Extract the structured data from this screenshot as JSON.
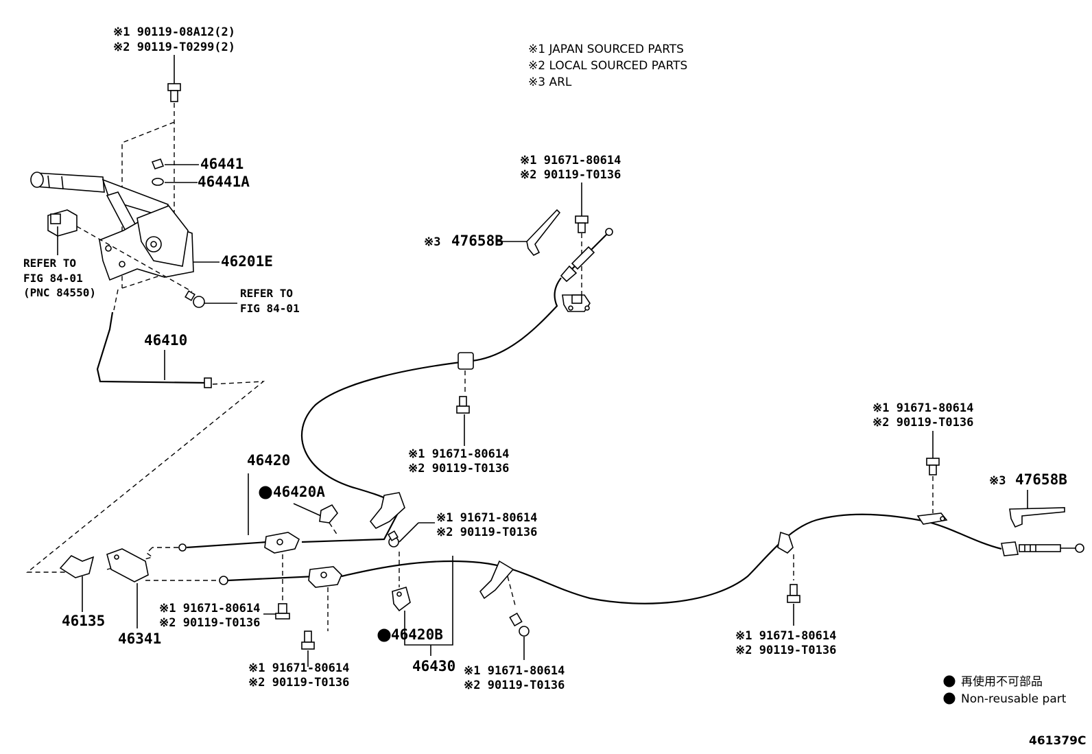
{
  "legend": {
    "notes": [
      "※1 JAPAN SOURCED PARTS",
      "※2 LOCAL SOURCED PARTS",
      "※3 ARL"
    ],
    "non_reusable_jp": "再使用不可部品",
    "non_reusable_en": "Non-reusable part"
  },
  "figure_code": "461379C",
  "labels": {
    "bolt_top_1": "※1 90119-08A12(2)",
    "bolt_top_2": "※2 90119-T0299(2)",
    "p46441": "46441",
    "p46441A": "46441A",
    "p46201E": "46201E",
    "refer_left_1": "REFER TO",
    "refer_left_2": "FIG 84-01",
    "refer_left_3": "(PNC 84550)",
    "refer_mid_1": "REFER TO",
    "refer_mid_2": "FIG 84-01",
    "p46410": "46410",
    "p47658B_top": "47658B",
    "p47658B_top_mark": "※3",
    "p47658B_right": "47658B",
    "p47658B_right_mark": "※3",
    "bolt_a_1": "※1 91671-80614",
    "bolt_a_2": "※2 90119-T0136",
    "bolt_b_1": "※1 91671-80614",
    "bolt_b_2": "※2 90119-T0136",
    "bolt_c_1": "※1 91671-80614",
    "bolt_c_2": "※2 90119-T0136",
    "bolt_d_1": "※1 91671-80614",
    "bolt_d_2": "※2 90119-T0136",
    "bolt_e_1": "※1 91671-80614",
    "bolt_e_2": "※2 90119-T0136",
    "bolt_f_1": "※1 91671-80614",
    "bolt_f_2": "※2 90119-T0136",
    "bolt_g_1": "※1 91671-80614",
    "bolt_g_2": "※2 90119-T0136",
    "bolt_h_1": "※1 91671-80614",
    "bolt_h_2": "※2 90119-T0136",
    "p46420": "46420",
    "p46420A": "46420A",
    "p46420B": "46420B",
    "p46430": "46430",
    "p46135": "46135",
    "p46341": "46341"
  }
}
